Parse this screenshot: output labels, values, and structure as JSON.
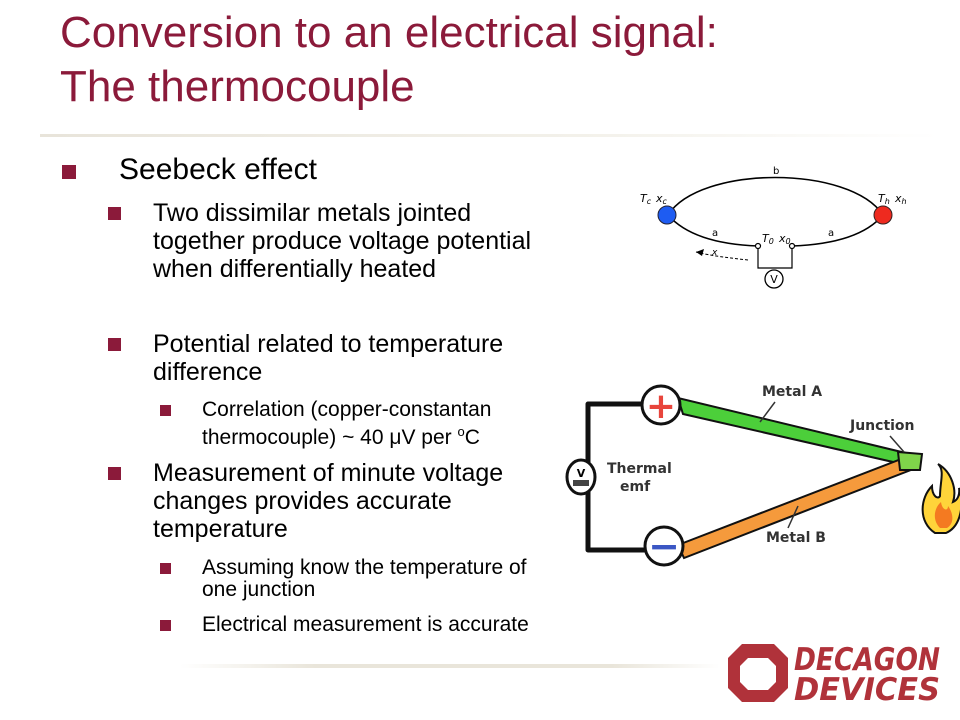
{
  "slide": {
    "title_line1": "Conversion to an electrical signal:",
    "title_line2": "The thermocouple"
  },
  "bullets": {
    "seebeck": "Seebeck effect",
    "dissimilar": "Two dissimilar metals jointed together produce voltage potential when differentially heated",
    "potential": "Potential related to temperature difference",
    "correlation_prefix": "Correlation (copper-constantan thermocouple) ~ 40 ",
    "correlation_mu": "μ",
    "correlation_mid": "V per ",
    "correlation_sup": "o",
    "correlation_end": "C",
    "measurement": "Measurement of minute voltage changes provides accurate temperature",
    "assuming": "Assuming know the temperature of one junction",
    "electrical": "Electrical measurement is accurate"
  },
  "diagram_top": {
    "label_b": "b",
    "label_a_left": "a",
    "label_a_right": "a",
    "label_x": "x",
    "tc_T": "T",
    "tc_sub": "c",
    "xc_x": "x",
    "xc_sub": "c",
    "th_T": "T",
    "th_sub": "h",
    "xh_x": "x",
    "xh_sub": "h",
    "t0_T": "T",
    "t0_sub": "0",
    "x0_x": "x",
    "x0_sub": "0",
    "voltmeter": "V",
    "cold_color": "#1e5cf2",
    "hot_color": "#ee2a1f"
  },
  "diagram_bottom": {
    "metal_a": "Metal A",
    "metal_b": "Metal B",
    "junction": "Junction",
    "thermal": "Thermal",
    "emf": "emf",
    "plus": "+",
    "minus": "−",
    "meter_v": "V",
    "metal_a_color": "#4ccf3a",
    "metal_b_color": "#f59a3c",
    "plus_color": "#e8453c",
    "minus_color": "#3b57c4"
  },
  "logo": {
    "line1": "DECAGON",
    "line2": "DEVICES",
    "color": "#b0323a"
  }
}
